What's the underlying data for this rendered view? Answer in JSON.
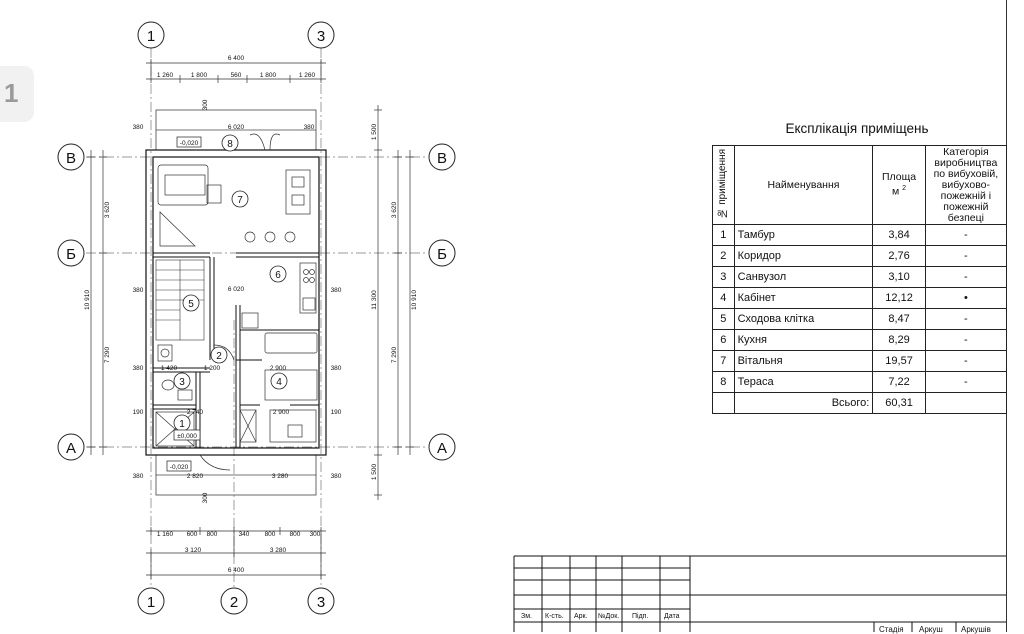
{
  "page_indicator": "1",
  "plan": {
    "axes_vertical": [
      "1",
      "3",
      "1",
      "2",
      "3"
    ],
    "axes_horizontal": [
      "В",
      "Б",
      "А"
    ],
    "dims_top": [
      "6 400",
      "1 260",
      "1 800",
      "560",
      "1 800",
      "1 260"
    ],
    "dims_bottom": [
      "1 160",
      "600",
      "800",
      "340",
      "800",
      "800",
      "300",
      "3 120",
      "3 280",
      "6 400"
    ],
    "dims_left": [
      "3 620",
      "7 290",
      "10 910"
    ],
    "dims_right": [
      "1 500",
      "3 620",
      "11 300",
      "7 290",
      "10 910",
      "1 500"
    ],
    "interior_dims": [
      "6 020",
      "6 020",
      "2 820",
      "3 280",
      "1 420",
      "1 200",
      "2 900",
      "2 740",
      "2 900"
    ],
    "offsets": [
      "380",
      "380",
      "380",
      "380",
      "380",
      "190",
      "190",
      "300",
      "300",
      "380",
      "380",
      "380"
    ],
    "room_numbers": [
      "1",
      "2",
      "3",
      "4",
      "5",
      "6",
      "7",
      "8"
    ],
    "levels": [
      "-0,020",
      "±0,000",
      "-0,020"
    ]
  },
  "explication": {
    "title": "Експлікація приміщень",
    "col_no": "№ приміщення",
    "col_name": "Найменування",
    "col_area": "Площа",
    "col_area_unit": "м",
    "col_area_sup": "2",
    "col_cat": "Категорія виробництва по вибуховій, вибухово-пожежній і пожежній безпеці",
    "rows": [
      {
        "no": "1",
        "name": "Тамбур",
        "area": "3,84",
        "cat": "-"
      },
      {
        "no": "2",
        "name": "Коридор",
        "area": "2,76",
        "cat": "-"
      },
      {
        "no": "3",
        "name": "Санвузол",
        "area": "3,10",
        "cat": "-"
      },
      {
        "no": "4",
        "name": "Кабінет",
        "area": "12,12",
        "cat": "•"
      },
      {
        "no": "5",
        "name": "Сходова клітка",
        "area": "8,47",
        "cat": "-"
      },
      {
        "no": "6",
        "name": "Кухня",
        "area": "8,29",
        "cat": "-"
      },
      {
        "no": "7",
        "name": "Вітальня",
        "area": "19,57",
        "cat": "-"
      },
      {
        "no": "8",
        "name": "Тераса",
        "area": "7,22",
        "cat": "-"
      }
    ],
    "total_label": "Всього:",
    "total_value": "60,31"
  },
  "stamp": {
    "headers": [
      "Зм.",
      "К-сть.",
      "Арк.",
      "№Док.",
      "Підп.",
      "Дата"
    ],
    "bottom": [
      "Стадія",
      "Аркуш",
      "Аркушів"
    ]
  }
}
